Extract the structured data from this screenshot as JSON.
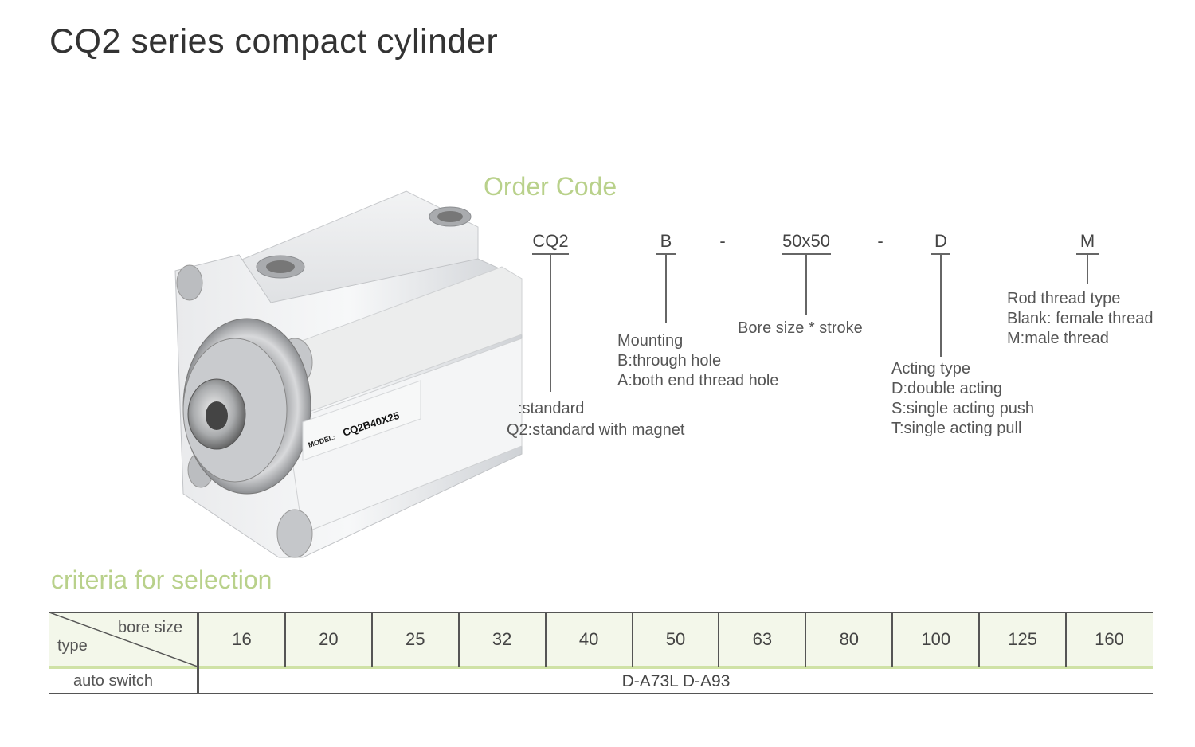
{
  "title": "CQ2 series compact cylinder",
  "order_code": {
    "heading": "Order Code",
    "parts": {
      "series": "CQ2",
      "mounting": "B",
      "dash1": "-",
      "bore_stroke": "50x50",
      "dash2": "-",
      "acting": "D",
      "rod": "M"
    },
    "descriptions": {
      "series": [
        ":standard",
        "Q2:standard with magnet"
      ],
      "mounting": [
        "Mounting",
        "B:through hole",
        "A:both end thread hole"
      ],
      "bore_stroke": [
        "Bore size * stroke"
      ],
      "acting": [
        "Acting type",
        "D:double acting",
        "S:single acting push",
        "T:single acting pull"
      ],
      "rod": [
        "Rod thread type",
        "Blank: female thread",
        "M:male thread"
      ]
    }
  },
  "product_image": {
    "model_label": "MODEL:",
    "model_value": "CQ2B40X25"
  },
  "criteria": {
    "heading": "criteria for selection",
    "corner_top": "bore size",
    "corner_bottom": "type",
    "bore_sizes": [
      "16",
      "20",
      "25",
      "32",
      "40",
      "50",
      "63",
      "80",
      "100",
      "125",
      "160"
    ],
    "row_label": "auto switch",
    "row_value": "D-A73L  D-A93"
  }
}
